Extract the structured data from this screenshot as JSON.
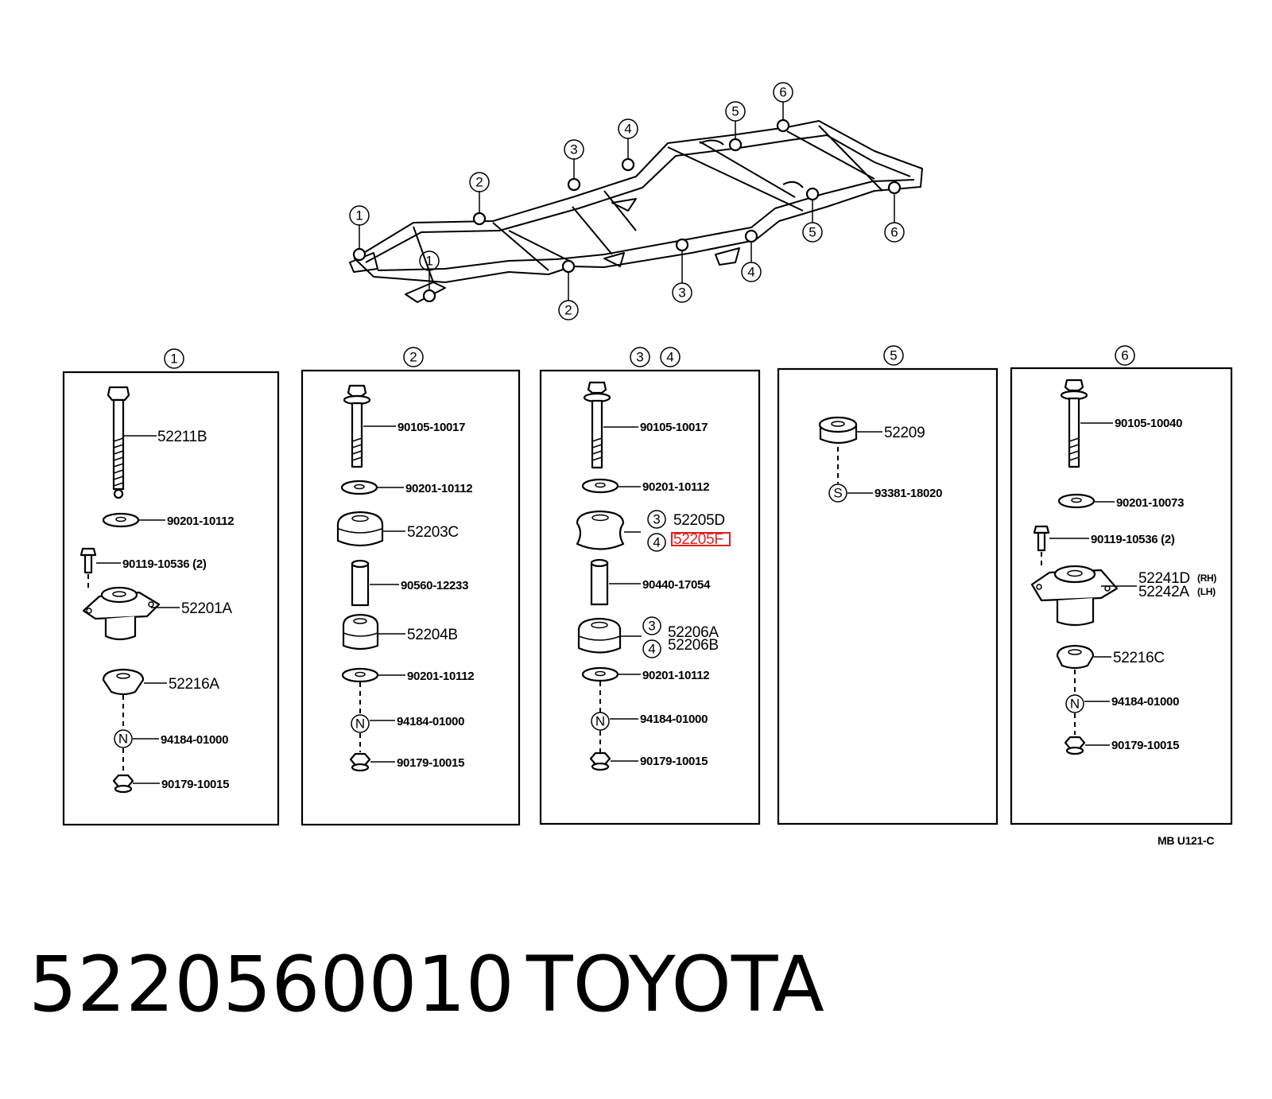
{
  "panels": [
    {
      "header": "1",
      "parts": {
        "bolt": "52211B",
        "washer": "90201-10112",
        "screw": "90119-10536 (2)",
        "mount": "52201A",
        "cushion": "52216A",
        "nut_symbol": "N",
        "nut": "94184-01000",
        "cap_nut": "90179-10015"
      }
    },
    {
      "header": "2",
      "parts": {
        "bolt": "90105-10017",
        "washer_top": "90201-10112",
        "cushion_upper": "52203C",
        "collar": "90560-12233",
        "cushion_lower": "52204B",
        "washer_bottom": "90201-10112",
        "nut_symbol": "N",
        "nut": "94184-01000",
        "cap_nut": "90179-10015"
      }
    },
    {
      "header_a": "3",
      "header_b": "4",
      "parts": {
        "bolt": "90105-10017",
        "washer_top": "90201-10112",
        "upper_tag_a": "3",
        "cushion_upper_a": "52205D",
        "upper_tag_b": "4",
        "cushion_upper_b": "52205F",
        "collar": "90440-17054",
        "lower_tag_a": "3",
        "cushion_lower_a": "52206A",
        "lower_tag_b": "4",
        "cushion_lower_b": "52206B",
        "washer_bottom": "90201-10112",
        "nut_symbol": "N",
        "nut": "94184-01000",
        "cap_nut": "90179-10015"
      }
    },
    {
      "header": "5",
      "parts": {
        "cushion": "52209",
        "symbol": "S",
        "plug": "93381-18020"
      }
    },
    {
      "header": "6",
      "parts": {
        "bolt": "90105-10040",
        "washer": "90201-10073",
        "screw": "90119-10536 (2)",
        "mount_rh": "52241D",
        "rh_tag": "(RH)",
        "mount_lh": "52242A",
        "lh_tag": "(LH)",
        "cushion": "52216C",
        "nut_symbol": "N",
        "nut": "94184-01000",
        "cap_nut": "90179-10015"
      }
    }
  ],
  "frame_callouts": [
    "1",
    "1",
    "2",
    "2",
    "3",
    "3",
    "4",
    "4",
    "5",
    "5",
    "6",
    "6"
  ],
  "drawing_code": "MB  U121-C",
  "highlight_color": "#e02020",
  "footer": {
    "part_number": "5220560010",
    "brand": "TOYOTA"
  }
}
